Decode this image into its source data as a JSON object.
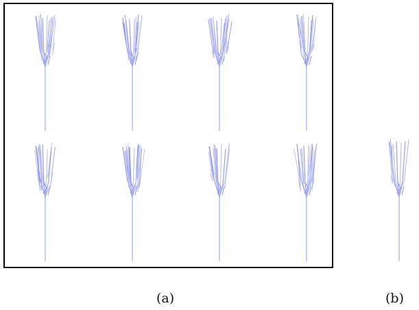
{
  "figure": {
    "caption_a": "(a)",
    "caption_b": "(b)",
    "panel_a": {
      "rows": 2,
      "columns": 4,
      "tree_count": 8,
      "border_color": "#000000"
    },
    "panel_b": {
      "tree_count": 1
    },
    "tree_color": "#b9bff2",
    "tree_dark_color": "#8f98e6"
  }
}
